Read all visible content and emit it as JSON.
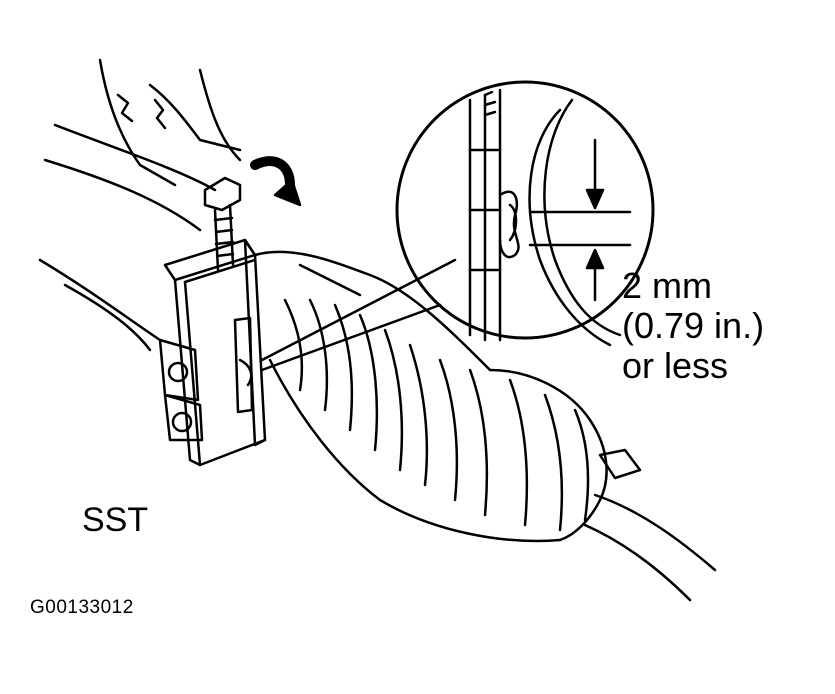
{
  "labels": {
    "sst": "SST",
    "measurement_line1": "2 mm",
    "measurement_line2": "(0.79 in.)",
    "measurement_line3": "or less",
    "figure_code": "G00133012"
  },
  "colors": {
    "ink": "#000000",
    "paper": "#ffffff"
  }
}
